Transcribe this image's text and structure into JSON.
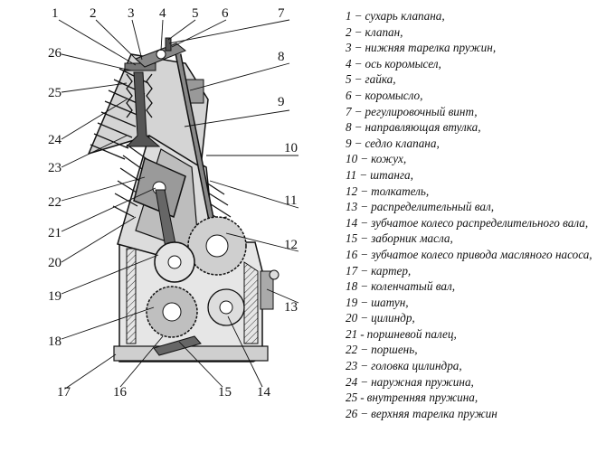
{
  "legend": [
    {
      "num": "1",
      "sep": "−",
      "text": "сухарь клапана,"
    },
    {
      "num": "2",
      "sep": "−",
      "text": "клапан,"
    },
    {
      "num": "3",
      "sep": "−",
      "text": "нижняя тарелка пружин,"
    },
    {
      "num": "4",
      "sep": "−",
      "text": "ось коромысел,"
    },
    {
      "num": "5",
      "sep": "−",
      "text": "гайка,"
    },
    {
      "num": "6",
      "sep": "−",
      "text": "коромысло,"
    },
    {
      "num": "7",
      "sep": "−",
      "text": "регулировочный винт,"
    },
    {
      "num": "8",
      "sep": "−",
      "text": "направляющая втулка,"
    },
    {
      "num": "9",
      "sep": "−",
      "text": "седло клапана,"
    },
    {
      "num": "10",
      "sep": "−",
      "text": "кожух,"
    },
    {
      "num": "11",
      "sep": "−",
      "text": "штанга,"
    },
    {
      "num": "12",
      "sep": "−",
      "text": "толкатель,"
    },
    {
      "num": "13",
      "sep": "−",
      "text": "распределительный вал,"
    },
    {
      "num": "14",
      "sep": "−",
      "text": "зубчатое колесо распределительного вала,"
    },
    {
      "num": "15",
      "sep": "−",
      "text": "заборник масла,"
    },
    {
      "num": "16",
      "sep": "−",
      "text": "зубчатое колесо привода масляного насоса,"
    },
    {
      "num": "17",
      "sep": "−",
      "text": "картер,"
    },
    {
      "num": "18",
      "sep": "−",
      "text": "коленчатый вал,"
    },
    {
      "num": "19",
      "sep": "−",
      "text": "шатун,"
    },
    {
      "num": "20",
      "sep": "−",
      "text": "цилиндр,"
    },
    {
      "num": "21",
      "sep": "-",
      "text": "поршневой палец,"
    },
    {
      "num": "22",
      "sep": "−",
      "text": "поршень,"
    },
    {
      "num": "23",
      "sep": "−",
      "text": "головка  цилиндра,"
    },
    {
      "num": "24",
      "sep": "−",
      "text": "наружная пружина,"
    },
    {
      "num": "25",
      "sep": "-",
      "text": "внутренняя пружина,"
    },
    {
      "num": "26",
      "sep": "−",
      "text": "верхняя тарелка пружин"
    }
  ],
  "callouts": [
    "1",
    "2",
    "3",
    "4",
    "5",
    "6",
    "7",
    "8",
    "9",
    "10",
    "11",
    "12",
    "13",
    "14",
    "15",
    "16",
    "17",
    "18",
    "19",
    "20",
    "21",
    "22",
    "23",
    "24",
    "25",
    "26"
  ]
}
